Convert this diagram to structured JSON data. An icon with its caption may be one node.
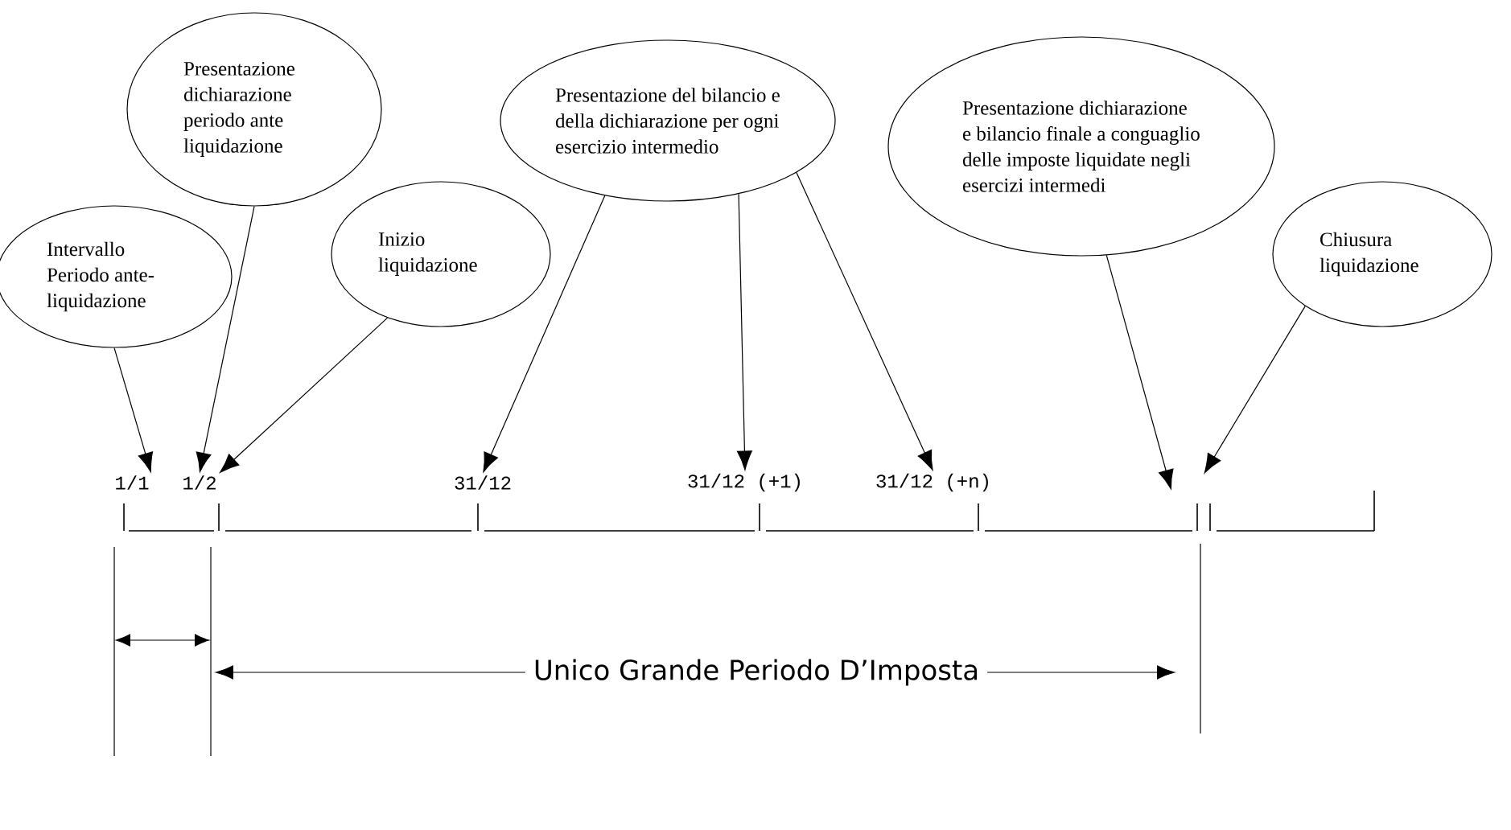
{
  "diagram": {
    "nodes": [
      {
        "text": [
          "Presentazione dichiarazione periodo ante liquidazione"
        ]
      },
      {
        "text": [
          "Presentazione del bilancio e della dichiarazione per ogni esercizio intermedio"
        ]
      },
      {
        "text": [
          "Presentazione dichiarazione e bilancio finale a conguaglio delle imposte liquidate negli esercizi intermedi"
        ]
      },
      {
        "text": [
          "Intervallo Periodo ante-liquidazione"
        ]
      },
      {
        "text": [
          "Inizio liquidazione"
        ]
      },
      {
        "text": [
          "Chiusura liquidazione"
        ]
      },
      {
        "text": [
          "1/1"
        ]
      },
      {
        "text": [
          "1/2"
        ]
      },
      {
        "text": [
          "31/12"
        ]
      },
      {
        "text": [
          "31/12 (+1)"
        ]
      },
      {
        "text": [
          "31/12 (+n)"
        ]
      }
    ],
    "edges": [
      {
        "from": 3,
        "to": 6,
        "arrow": "to"
      },
      {
        "from": 0,
        "to": 7,
        "arrow": "to"
      },
      {
        "from": 4,
        "to": 7,
        "arrow": "to"
      },
      {
        "from": 1,
        "to": 8,
        "arrow": "to"
      },
      {
        "from": 1,
        "to": 9,
        "arrow": "to"
      },
      {
        "from": 1,
        "to": 10,
        "arrow": "to"
      },
      {
        "from": 2,
        "to": null,
        "arrow": "to"
      },
      {
        "from": 5,
        "to": null,
        "arrow": "to"
      }
    ],
    "labels": [
      "Unico Grande Periodo D’Imposta"
    ]
  }
}
